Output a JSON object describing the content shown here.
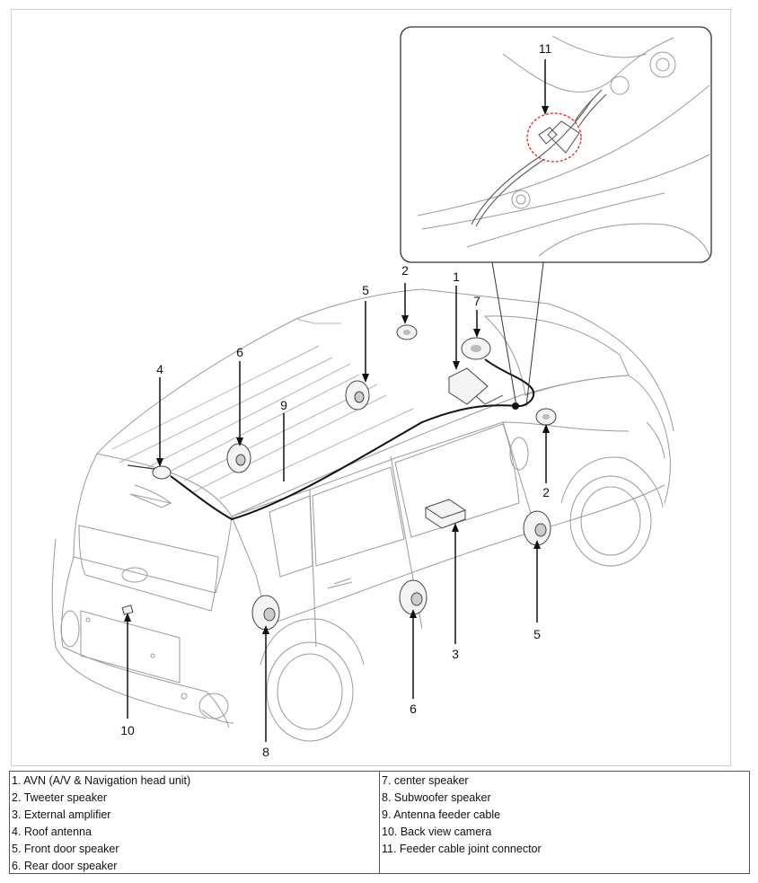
{
  "callouts": {
    "c1": "1",
    "c2a": "2",
    "c2b": "2",
    "c3": "3",
    "c4": "4",
    "c5a": "5",
    "c5b": "5",
    "c6a": "6",
    "c6b": "6",
    "c7": "7",
    "c8": "8",
    "c9": "9",
    "c10": "10",
    "c11": "11"
  },
  "legend": {
    "left": [
      "1. AVN (A/V & Navigation head unit)",
      "2. Tweeter speaker",
      "3. External amplifier",
      "4. Roof antenna",
      "5. Front door speaker",
      "6. Rear door speaker"
    ],
    "right": [
      "7. center speaker",
      "8. Subwoofer speaker",
      "9. Antenna feeder cable",
      "10. Back view camera",
      "11. Feeder cable joint connector"
    ]
  },
  "colors": {
    "outline": "#9a9a9a",
    "cable": "#111111",
    "detail_ring": "#e02020"
  }
}
